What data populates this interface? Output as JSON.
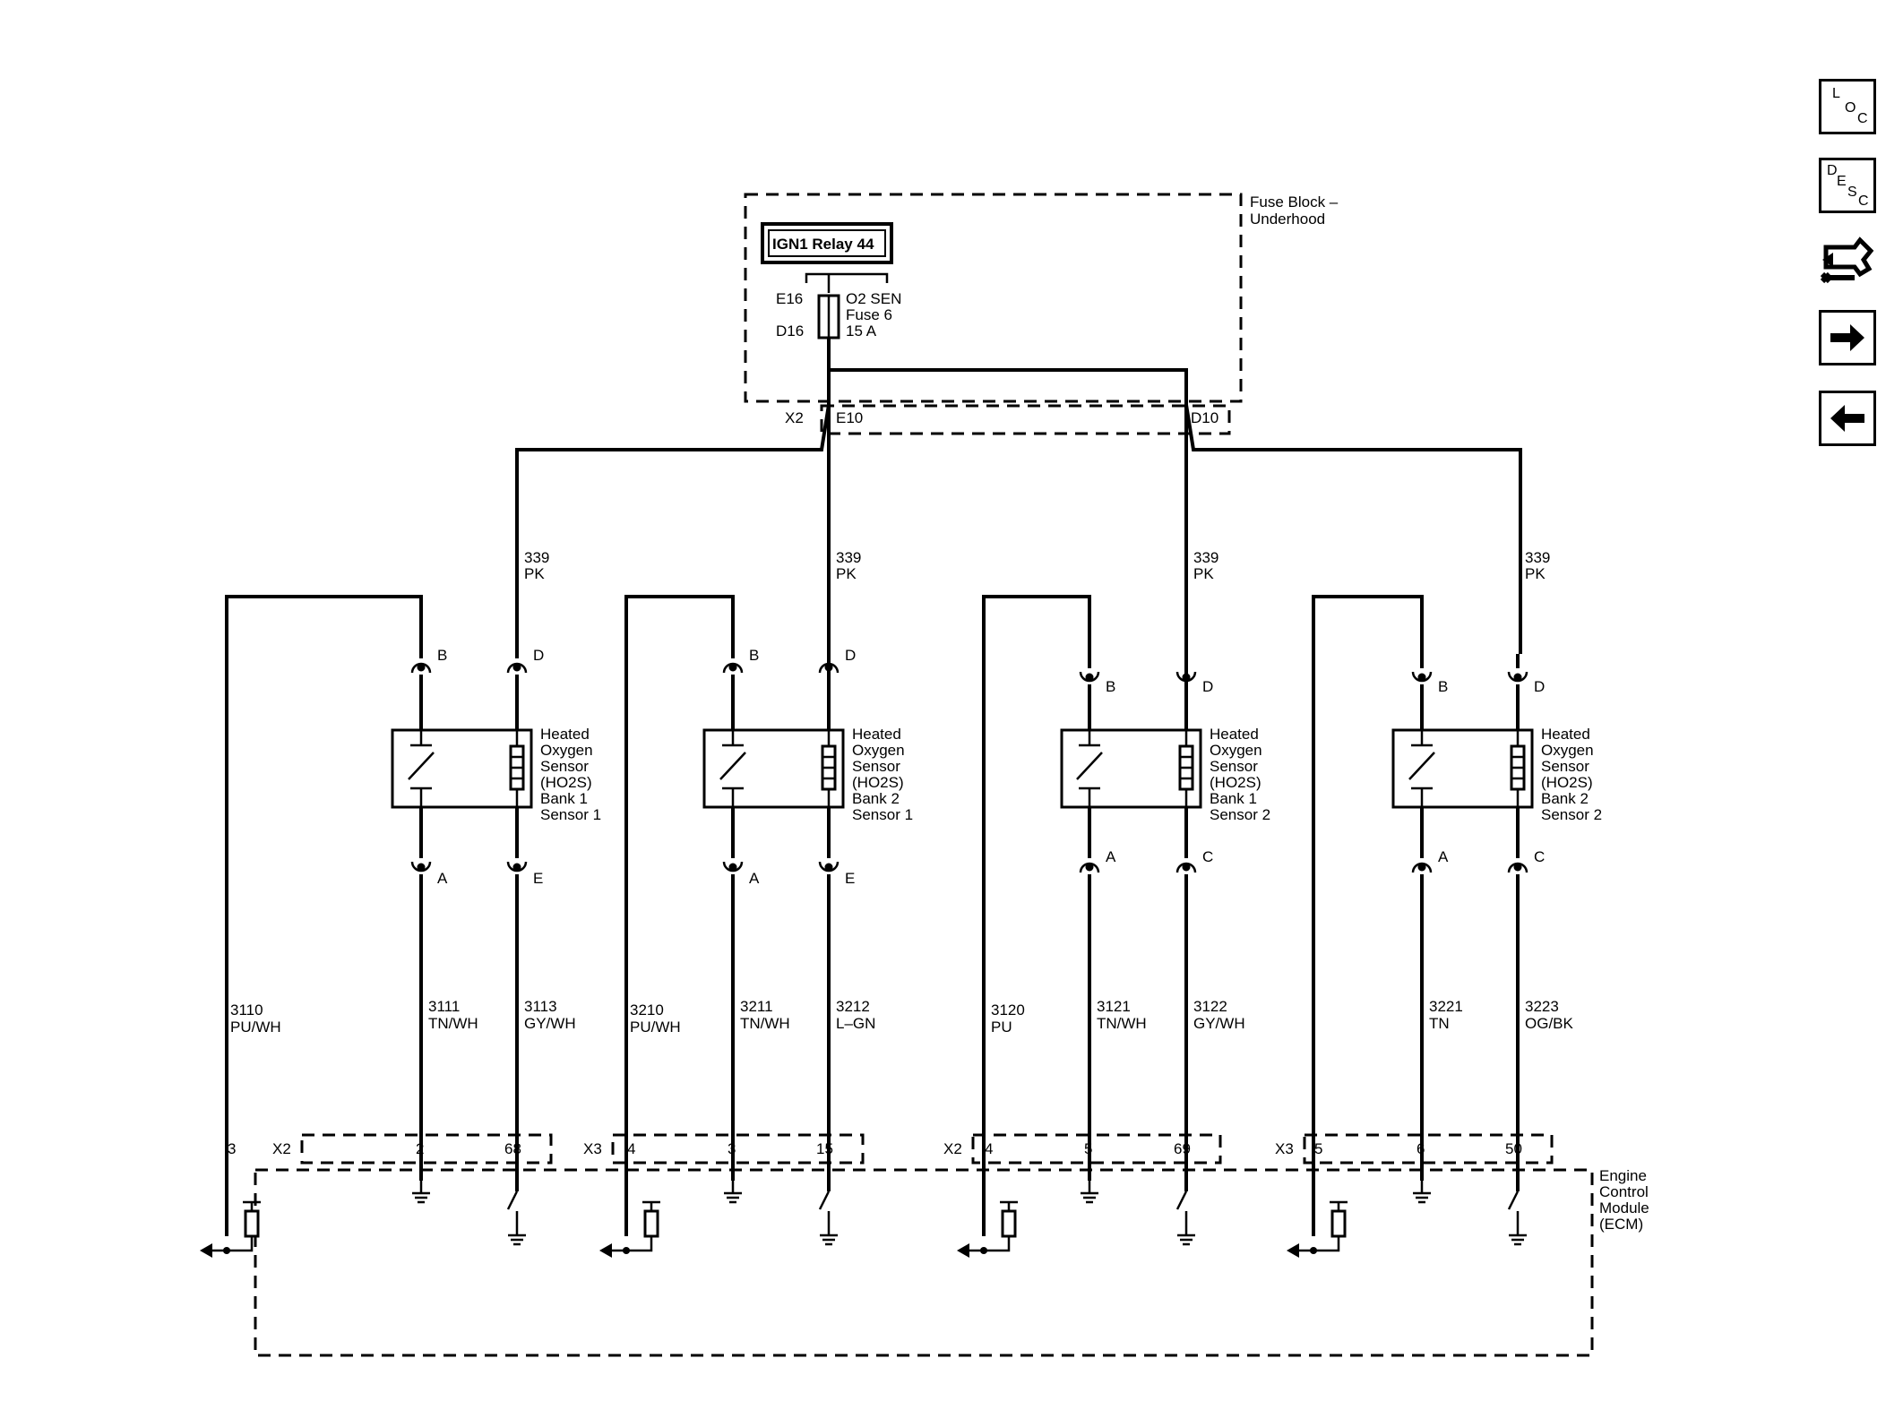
{
  "fuse_block": {
    "title_line1": "Fuse Block –",
    "title_line2": "Underhood",
    "relay": "IGN1 Relay 44",
    "fuse_top_pin": "E16",
    "fuse_bottom_pin": "D16",
    "fuse_name": "O2 SEN",
    "fuse_number": "Fuse 6",
    "fuse_rating": "15 A",
    "connector": "X2",
    "pin_left": "E10",
    "pin_right": "D10"
  },
  "ecm": {
    "line1": "Engine",
    "line2": "Control",
    "line3": "Module",
    "line4": "(ECM)"
  },
  "feed_circuit": {
    "number": "339",
    "color": "PK"
  },
  "sensors": [
    {
      "name_lines": [
        "Heated",
        "Oxygen",
        "Sensor",
        "(HO2S)",
        "Bank 1",
        "Sensor 1"
      ],
      "pin_top_signal": "B",
      "pin_top_heater": "D",
      "pin_bot_signal": "A",
      "pin_bot_heater": "E",
      "ecm_connector": "X2",
      "wires": [
        {
          "number": "3110",
          "color": "PU/WH",
          "ecm_pin": "3"
        },
        {
          "number": "3111",
          "color": "TN/WH",
          "ecm_pin": "2"
        },
        {
          "number": "3113",
          "color": "GY/WH",
          "ecm_pin": "68"
        }
      ]
    },
    {
      "name_lines": [
        "Heated",
        "Oxygen",
        "Sensor",
        "(HO2S)",
        "Bank 2",
        "Sensor 1"
      ],
      "pin_top_signal": "B",
      "pin_top_heater": "D",
      "pin_bot_signal": "A",
      "pin_bot_heater": "E",
      "ecm_connector": "X3",
      "wires": [
        {
          "number": "3210",
          "color": "PU/WH",
          "ecm_pin": "4"
        },
        {
          "number": "3211",
          "color": "TN/WH",
          "ecm_pin": "3"
        },
        {
          "number": "3212",
          "color": "L–GN",
          "ecm_pin": "15"
        }
      ]
    },
    {
      "name_lines": [
        "Heated",
        "Oxygen",
        "Sensor",
        "(HO2S)",
        "Bank 1",
        "Sensor 2"
      ],
      "pin_top_signal": "B",
      "pin_top_heater": "D",
      "pin_bot_signal": "A",
      "pin_bot_heater": "C",
      "ecm_connector": "X2",
      "wires": [
        {
          "number": "3120",
          "color": "PU",
          "ecm_pin": "4"
        },
        {
          "number": "3121",
          "color": "TN/WH",
          "ecm_pin": "5"
        },
        {
          "number": "3122",
          "color": "GY/WH",
          "ecm_pin": "69"
        }
      ]
    },
    {
      "name_lines": [
        "Heated",
        "Oxygen",
        "Sensor",
        "(HO2S)",
        "Bank 2",
        "Sensor 2"
      ],
      "pin_top_signal": "B",
      "pin_top_heater": "D",
      "pin_bot_signal": "A",
      "pin_bot_heater": "C",
      "ecm_connector": "X3",
      "wires": [
        {
          "number": "3221",
          "color": "TN",
          "ecm_pin": "5",
          "unused": true
        },
        {
          "number": "3221",
          "color": "TN",
          "ecm_pin": "6"
        },
        {
          "number": "3223",
          "color": "OG/BK",
          "ecm_pin": "50"
        }
      ]
    }
  ],
  "nav": {
    "loc": [
      "L",
      "O",
      "C"
    ],
    "desc": [
      "D",
      "E",
      "S",
      "C"
    ],
    "service_icon": "wrench-connector-icon",
    "forward_icon": "arrow-right-icon",
    "back_icon": "arrow-left-icon"
  }
}
